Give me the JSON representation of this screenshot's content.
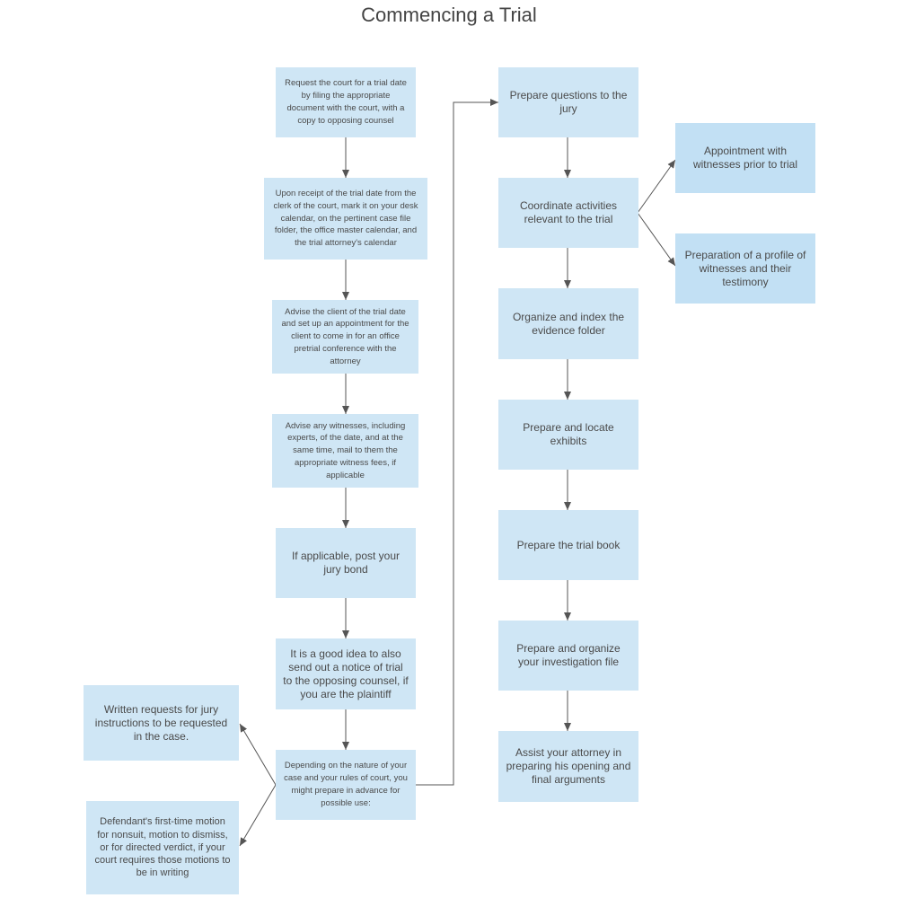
{
  "title": "Commencing a Trial",
  "colors": {
    "box_fill": "#cfe6f5",
    "box_fill_alt": "#c2e0f4",
    "arrow": "#555555",
    "text": "#4a4a4a"
  },
  "steps": {
    "request_date": "Request the court for a trial date  by filing the appropriate document with the court, with a copy to opposing counsel",
    "mark_calendar": "Upon receipt of the trial date from the clerk of the court, mark it on your desk calendar, on the pertinent case file folder, the office master calendar, and the trial attorney's calendar",
    "advise_client": "Advise the client of the trial date and set up an appointment for the client to come in for an office pretrial conference with the attorney",
    "advise_witnesses": "Advise any witnesses, including experts, of the date, and at the same time, mail to them the appropriate witness fees, if applicable",
    "jury_bond": "If applicable, post your jury bond",
    "notice_of_trial": "It is a good idea to also send out a notice of trial to the opposing counsel, if you are the plaintiff",
    "depending": "Depending on the nature of your case and your rules of court, you might prepare in advance for possible use:",
    "jury_instructions": "Written requests for jury instructions to be requested in the case.",
    "motions": "Defendant's first-time motion for nonsuit, motion to dismiss, or for directed verdict, if your court requires those motions to be in writing",
    "jury_questions": "Prepare questions to the jury",
    "coordinate": "Coordinate activities relevant to the trial",
    "appointment_witnesses": "Appointment with witnesses prior to trial",
    "profile_witnesses": "Preparation of a profile of witnesses and their testimony",
    "evidence_folder": "Organize and index the evidence folder",
    "exhibits": "Prepare and locate exhibits",
    "trial_book": "Prepare the trial book",
    "investigation_file": "Prepare and organize your investigation file",
    "arguments": "Assist your attorney in preparing his opening and final arguments"
  }
}
